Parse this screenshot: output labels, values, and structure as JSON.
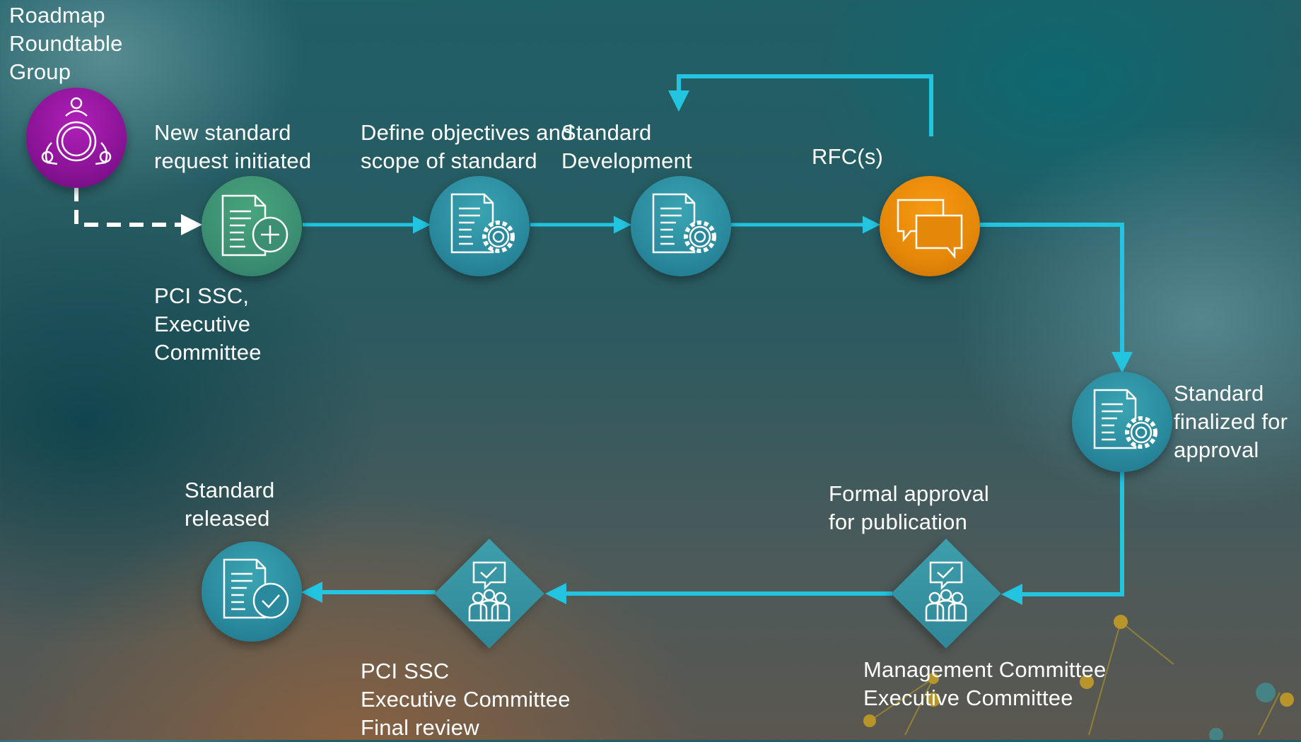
{
  "nodes": {
    "roadmap": {
      "label": "Roadmap\nRoundtable\nGroup"
    },
    "new_request": {
      "label": "New standard\nrequest initiated",
      "sub": "PCI SSC,\nExecutive\nCommittee"
    },
    "define": {
      "label": "Define objectives and\nscope of standard"
    },
    "development": {
      "label": "Standard\nDevelopment"
    },
    "rfc": {
      "label": "RFC(s)"
    },
    "finalized": {
      "label": "Standard\nfinalized for\napproval"
    },
    "formal": {
      "label": "Formal approval\nfor publication",
      "sub": "Management Committee\nExecutive Committee"
    },
    "final_review": {
      "sub": "PCI SSC\nExecutive Committee\nFinal review"
    },
    "released": {
      "label": "Standard\nreleased"
    }
  },
  "colors": {
    "arrow": "#22c4e0",
    "teal_node": "#2a8a9d",
    "green_node": "#3c8f72",
    "orange_node": "#e58708",
    "purple_node": "#8a1396"
  },
  "icons": {
    "roadmap": "meeting-table-icon",
    "new_request": "document-add-icon",
    "define": "document-gear-icon",
    "development": "document-gear-icon",
    "rfc": "chat-bubbles-icon",
    "finalized": "document-gear-icon",
    "formal": "group-approval-icon",
    "final_review": "group-approval-icon",
    "released": "document-check-icon"
  }
}
